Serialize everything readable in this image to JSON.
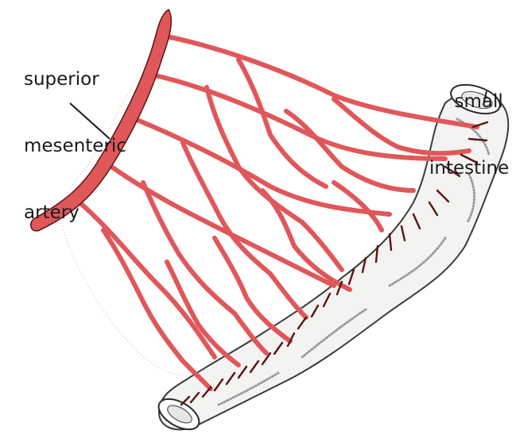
{
  "labels": {
    "artery": [
      "superior",
      "mesenteric",
      "artery"
    ],
    "intestine": [
      "small",
      "intestine"
    ]
  },
  "colors": {
    "artery_fill": "#e0575a",
    "artery_stroke": "#5a1414",
    "intestine_fill": "#f4f4f2",
    "intestine_stipple": "#9a9a9a",
    "outline": "#2a2a2a"
  }
}
